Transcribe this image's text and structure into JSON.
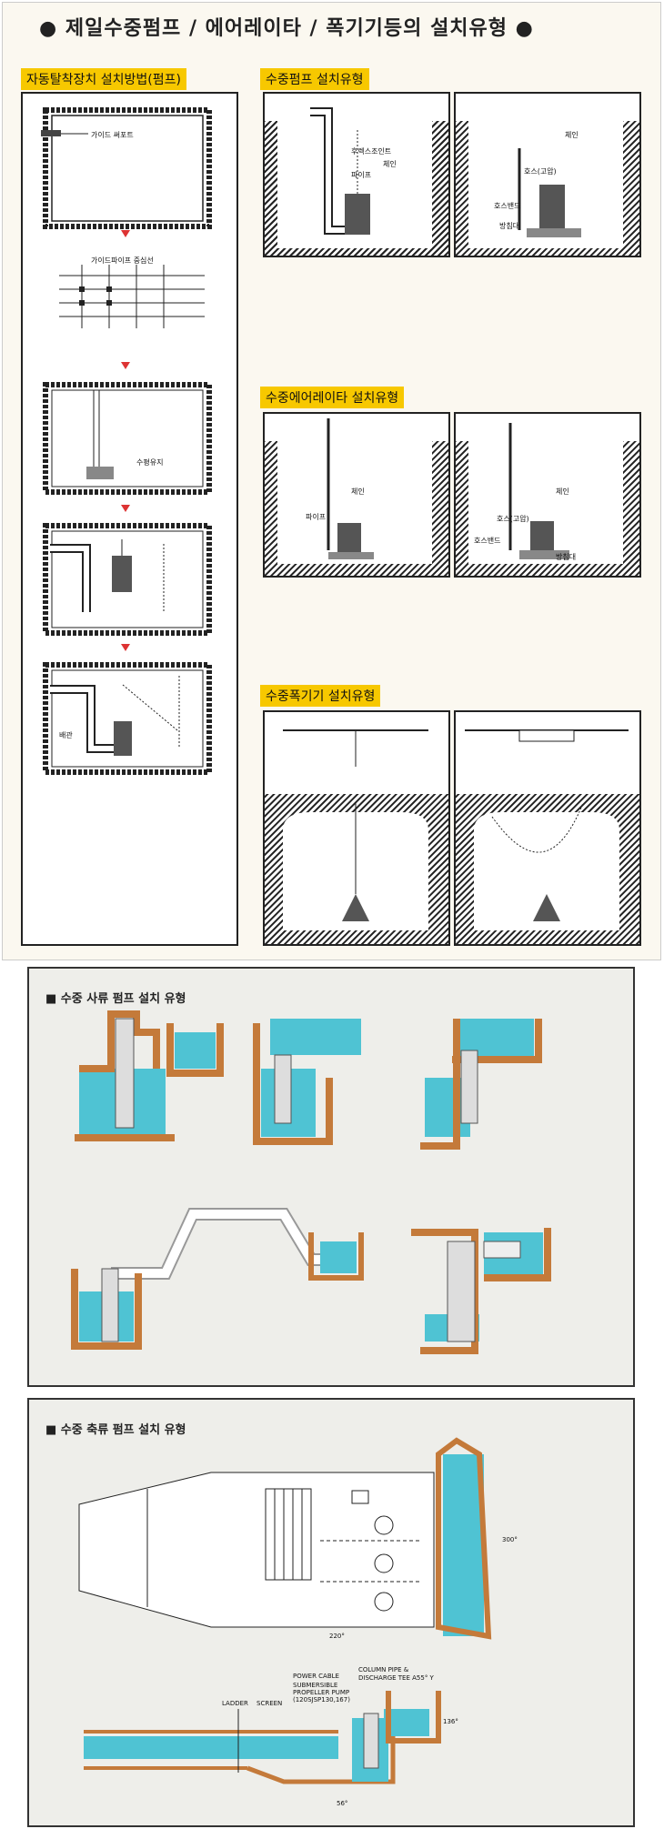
{
  "page": {
    "title": "● 제일수중펌프 / 에어레이타 / 폭기기등의 설치유형 ●"
  },
  "sections": {
    "auto_install": "자동탈착장치 설치방법(펌프)",
    "pump_install": "수중펌프 설치유형",
    "aerator_install": "수중에어레이타 설치유형",
    "blower_install": "수중폭기기 설치유형",
    "mixed_flow": "■ 수중 사류 펌프 설치 유형",
    "axial_flow": "■ 수중 축류 펌프 설치 유형"
  },
  "labels": {
    "guide_support": "가이드 써포트",
    "guide_pipe_center": "가이드파이프 중심선",
    "water_level": "수평유지",
    "discharge_pipe": "배관",
    "auto_joint": "후렉스조인트",
    "pipe": "파이프",
    "chain": "체인",
    "hose": "호스(고압)",
    "hose_band": "호스밴드",
    "anti_vibration": "방침대",
    "ladder": "LADDER",
    "screen": "SCREEN",
    "power_cable": "POWER CABLE",
    "column_pipe": "COLUMN PIPE &",
    "discharge_tee": "DISCHARGE TEE A55° Y",
    "sub_pump_1": "SUBMERSIBLE",
    "sub_pump_2": "PROPELLER PUMP",
    "sub_pump_3": "(120SJSP130,167)",
    "dim_220": "220°",
    "dim_56": "56°",
    "dim_136": "136°",
    "dim_300": "300°"
  },
  "colors": {
    "highlight": "#f7c800",
    "water": "#4fc3d3",
    "concrete": "#c47a3a",
    "arrow": "#dd3333"
  }
}
